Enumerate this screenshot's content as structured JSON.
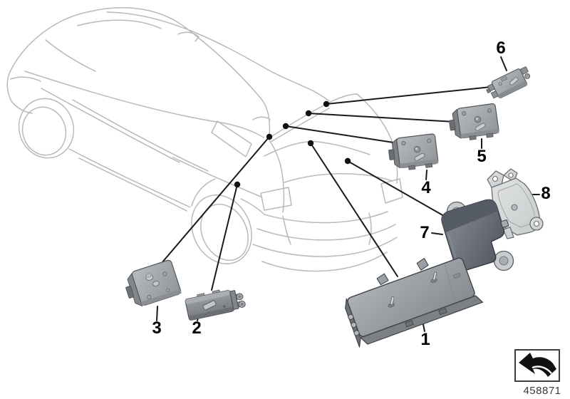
{
  "figure": {
    "code": "458871",
    "footer_icon": "bent-arrow-icon",
    "type": "vehicle-antenna-parts-diagram"
  },
  "callouts": [
    {
      "label": "1"
    },
    {
      "label": "2"
    },
    {
      "label": "3"
    },
    {
      "label": "4"
    },
    {
      "label": "5"
    },
    {
      "label": "6"
    },
    {
      "label": "7"
    },
    {
      "label": "8"
    }
  ],
  "colors": {
    "background": "#ffffff",
    "leader_line": "#1a1a1a",
    "car_outline": "#b6babd",
    "module_light": "#a7abaf",
    "module_side": "#7e8287",
    "module_dark": "#6f747c",
    "bracket": "#d8dadb",
    "label_text": "#000000",
    "code_text": "#3c3c3c"
  }
}
